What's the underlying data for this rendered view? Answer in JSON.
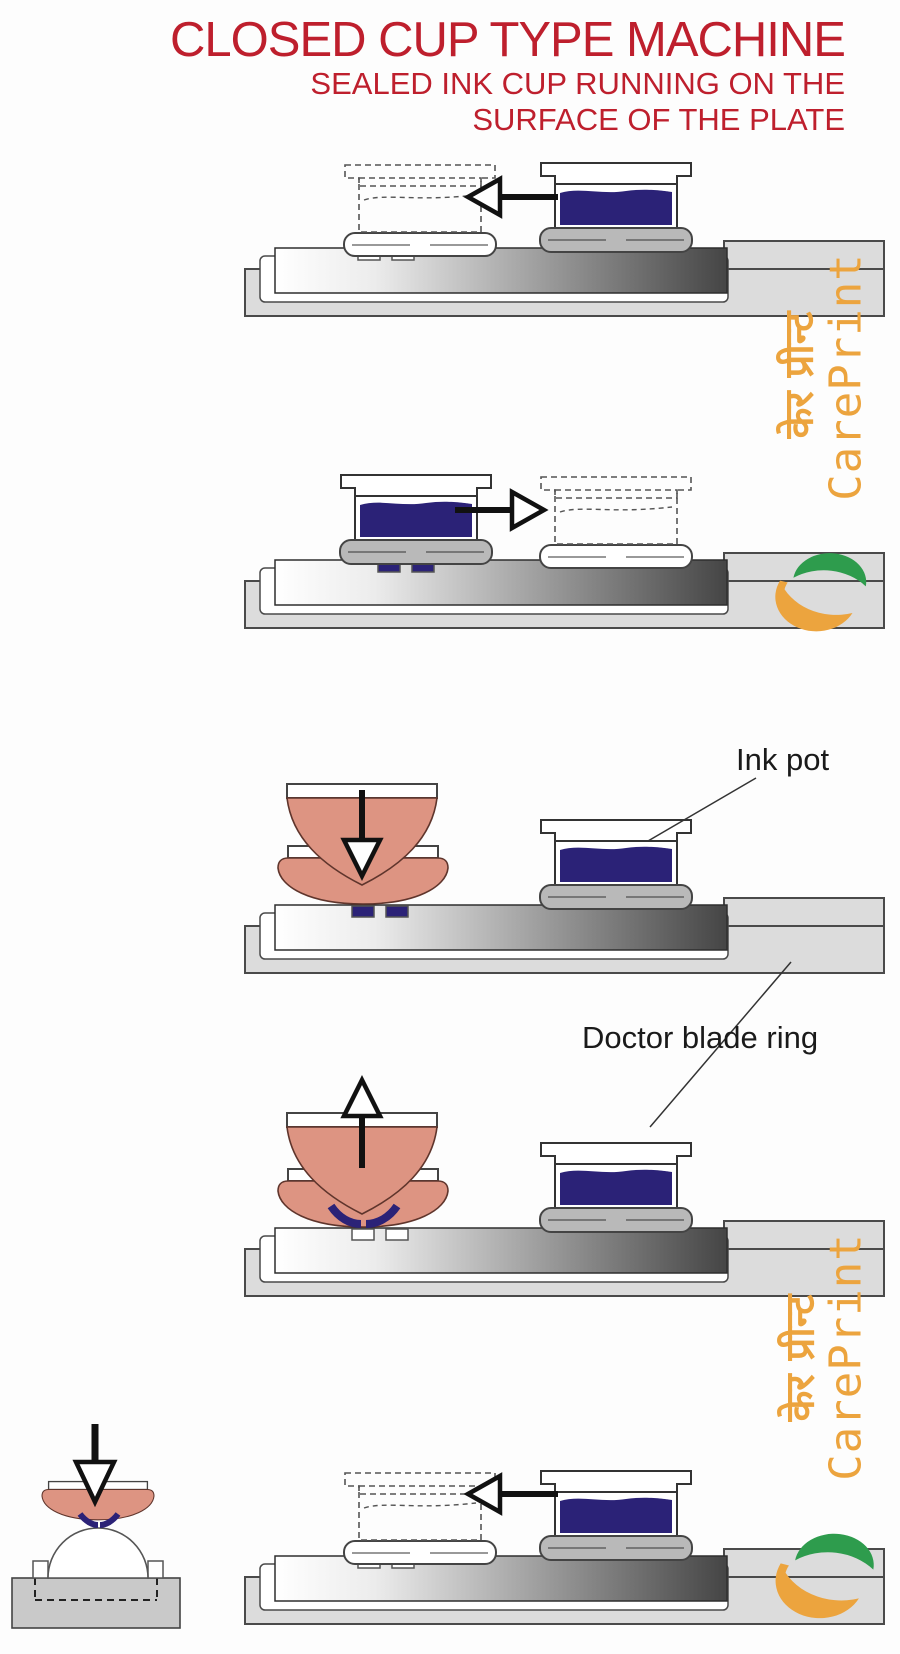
{
  "title": {
    "line1": "CLOSED CUP TYPE MACHINE",
    "line2": "SEALED INK CUP RUNNING ON THE",
    "line3": "SURFACE OF THE PLATE"
  },
  "labels": {
    "ink_pot": "Ink pot",
    "doctor_blade_ring": "Doctor blade ring"
  },
  "watermark": {
    "latin": "CarePrint",
    "devanagari": "केर प्रीन्ट"
  },
  "colors": {
    "title_red": "#be1f2d",
    "ink_navy": "#2b2277",
    "pad_salmon": "#dd9482",
    "watermark_orange": "#eca43e",
    "logo_green": "#2e9c4d",
    "tray_gray": "#dcdcdc",
    "plate_dark_gray": "#454545",
    "ring_gray": "#b9b9b9"
  }
}
